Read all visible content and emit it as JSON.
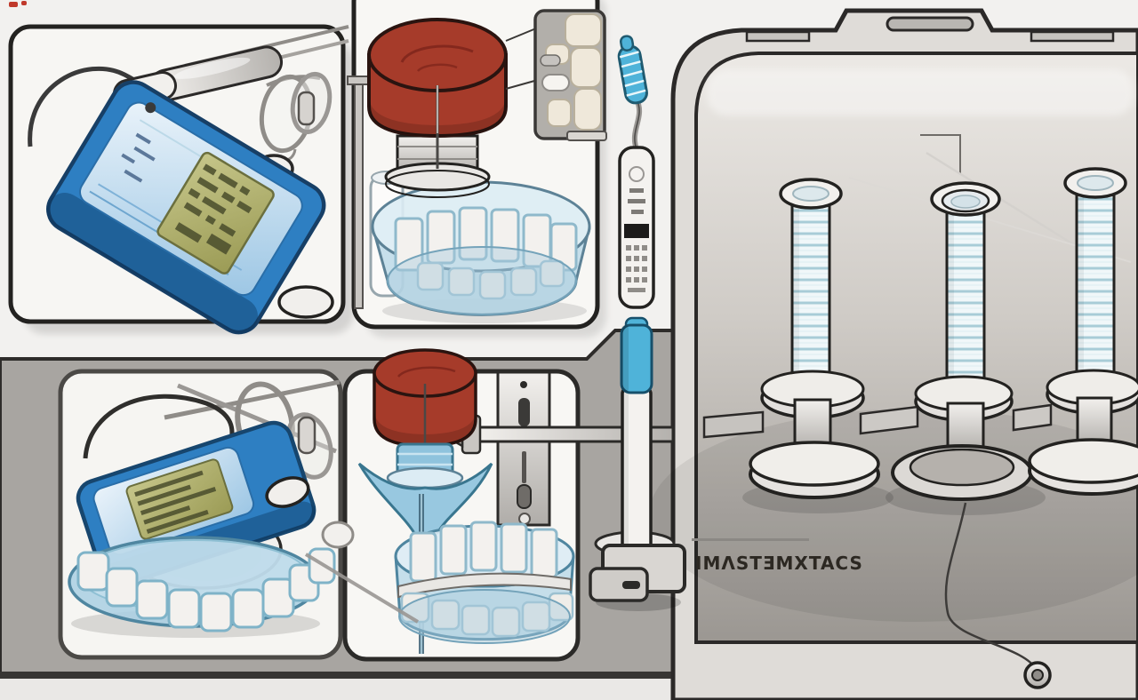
{
  "meta": {
    "title": "Four-panel medical device illustration",
    "style": "instructional cartoon diagram, no interactive controls"
  },
  "label": {
    "text": "IMΛSTƎMXTACS"
  },
  "colors": {
    "device_blue": "#2e7fc2",
    "device_blue_dark": "#17466e",
    "cap_red": "#a63b2a",
    "accent_teal": "#4fb3d9",
    "glass_blue": "#bcd9e8",
    "bg_gray": "#a8a5a1",
    "case_light": "#dfdcd8",
    "outline": "#26241f",
    "tooth_cream": "#efe8da",
    "screen_green": "#a8a855"
  },
  "panels": {
    "top_left": "blue meter device with cable loop, probe tool and eyeglasses",
    "top_middle": "red-capped vial over translucent dish of white tablets, molar strip callout",
    "right_case": "equipment case with three ribbed columns on spool bases and cord grommet",
    "bottom_left": "tilted blue meter on white disc over blue dental tray of white teeth",
    "bottom_middle": "red-capped dispenser pouring into dish beside slotted bracket",
    "middle_column": "teal-capped applicator pen standing in clamp base"
  }
}
